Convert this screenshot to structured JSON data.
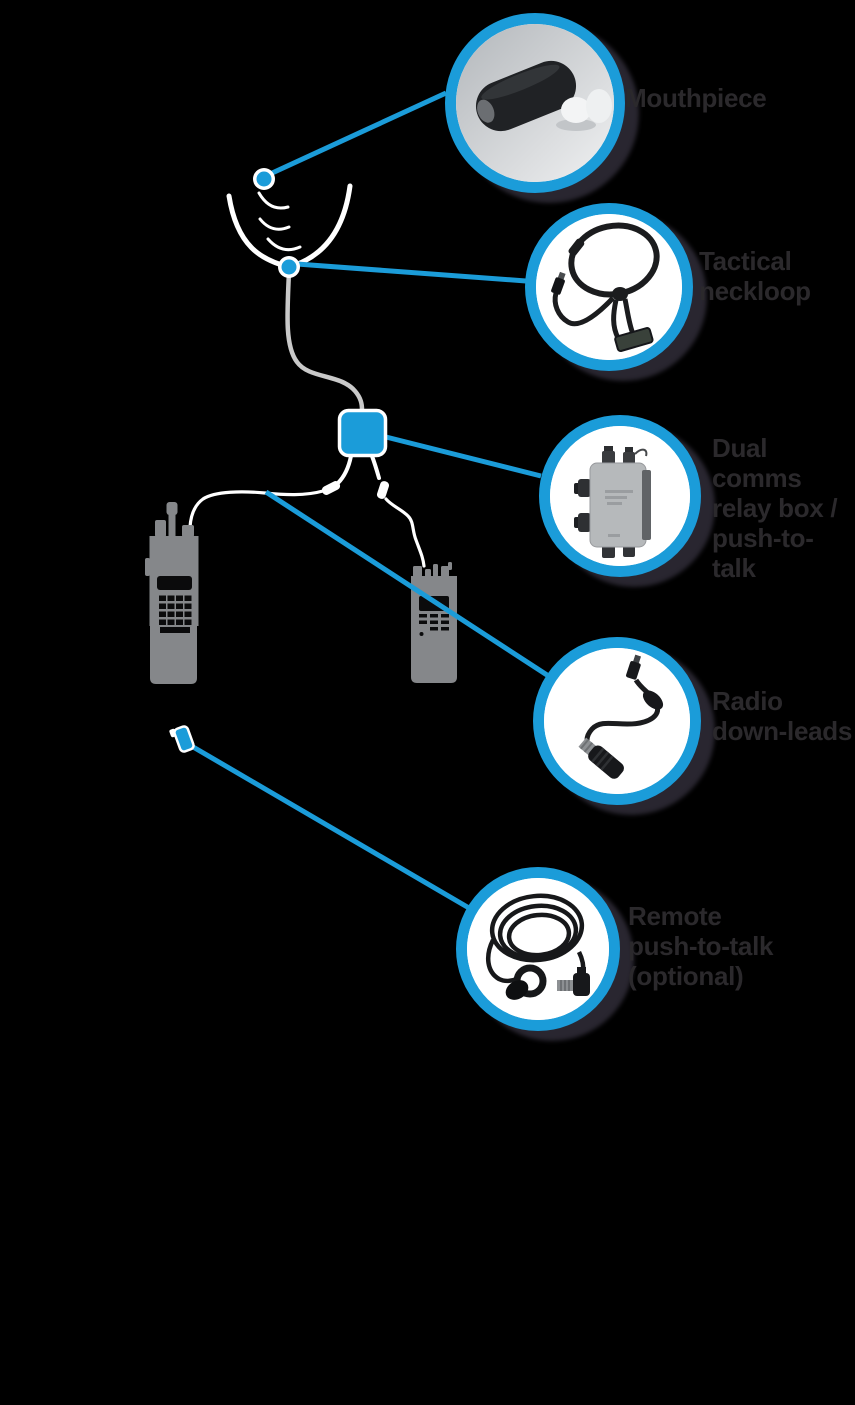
{
  "colors": {
    "accent_blue": "#1b9cd9",
    "background": "#000000",
    "label_text": "#2b292c",
    "radio_gray": "#85878a",
    "cord_gray": "#c9c9c9",
    "photo_dark": "#1a1b1d",
    "relay_box_gray": "#b6b9bb"
  },
  "callouts": [
    {
      "id": "mouthpiece",
      "label": "Mouthpiece",
      "image": "mouthpiece-photo"
    },
    {
      "id": "tactical-neckloop",
      "label": "Tactical\nneckloop",
      "image": "tactical-neckloop-photo"
    },
    {
      "id": "dual-comms-relay-box",
      "label": "Dual\ncomms\nrelay box /\npush-to-talk",
      "image": "dual-comms-relay-box-photo"
    },
    {
      "id": "radio-down-leads",
      "label": "Radio\ndown-leads",
      "image": "radio-down-leads-photo"
    },
    {
      "id": "remote-push-to-talk",
      "label": "Remote\npush-to-talk\n(optional)",
      "image": "remote-push-to-talk-photo"
    }
  ]
}
